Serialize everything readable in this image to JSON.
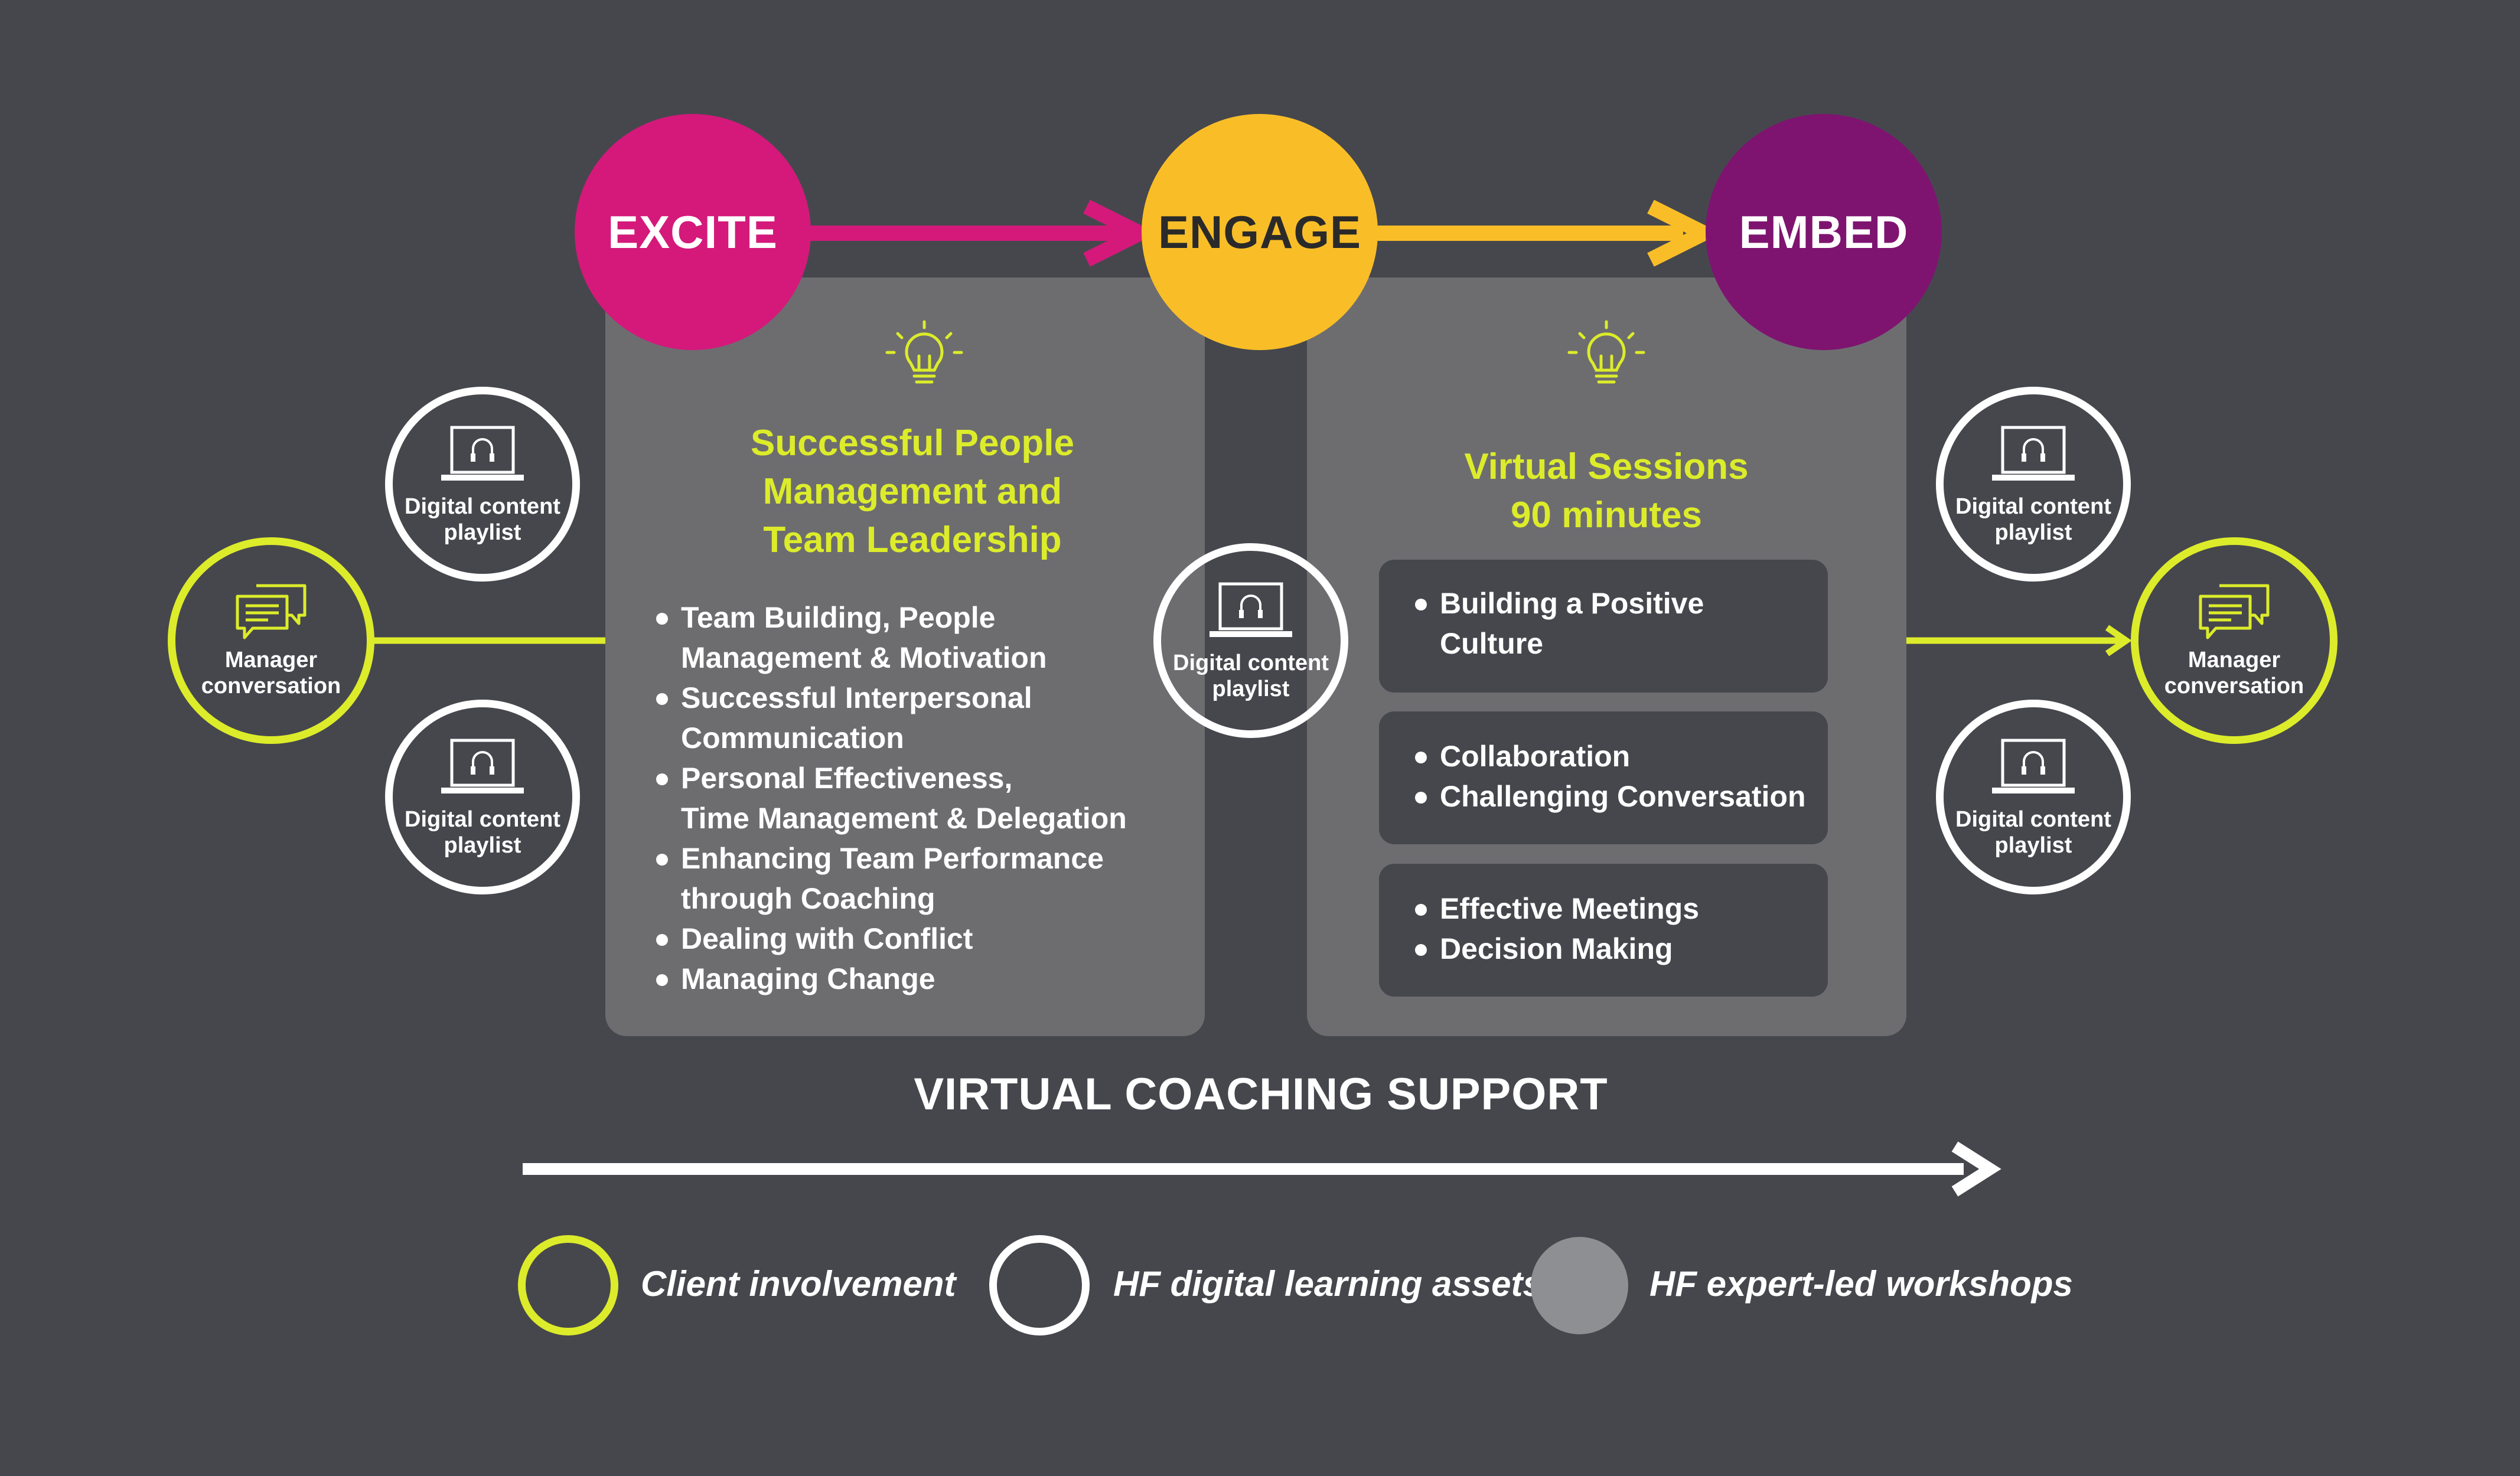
{
  "stages": {
    "excite": "EXCITE",
    "engage": "ENGAGE",
    "embed": "EMBED"
  },
  "left_panel": {
    "title_lines": [
      "Successful People",
      "Management and",
      "Team Leadership"
    ],
    "items": [
      [
        "Team Building, People",
        "Management & Motivation"
      ],
      [
        "Successful Interpersonal",
        "Communication"
      ],
      [
        "Personal Effectiveness,",
        "Time Management & Delegation"
      ],
      [
        "Enhancing Team Performance",
        "through Coaching"
      ],
      [
        "Dealing with Conflict"
      ],
      [
        "Managing Change"
      ]
    ]
  },
  "right_panel": {
    "title_lines": [
      "Virtual Sessions",
      "90 minutes"
    ],
    "boxes": [
      [
        [
          "Building a Positive",
          "Culture"
        ]
      ],
      [
        [
          "Collaboration"
        ],
        [
          "Challenging Conversation"
        ]
      ],
      [
        [
          "Effective Meetings"
        ],
        [
          "Decision Making"
        ]
      ]
    ]
  },
  "digital_content_label": [
    "Digital content",
    "playlist"
  ],
  "manager_conversation_label": [
    "Manager",
    "conversation"
  ],
  "coaching_label": "VIRTUAL COACHING SUPPORT",
  "legend": {
    "client": "Client involvement",
    "assets": "HF digital learning assets",
    "workshops": "HF expert-led workshops"
  },
  "colors": {
    "background": "#46474d",
    "panel": "#6d6d70",
    "excite": "#d4197b",
    "engage": "#f9be27",
    "embed": "#7e1470",
    "lime": "#dcec2a"
  },
  "icons": [
    "lightbulb-icon",
    "laptop-headphones-icon",
    "chat-bubbles-icon",
    "arrow-right-icon"
  ]
}
